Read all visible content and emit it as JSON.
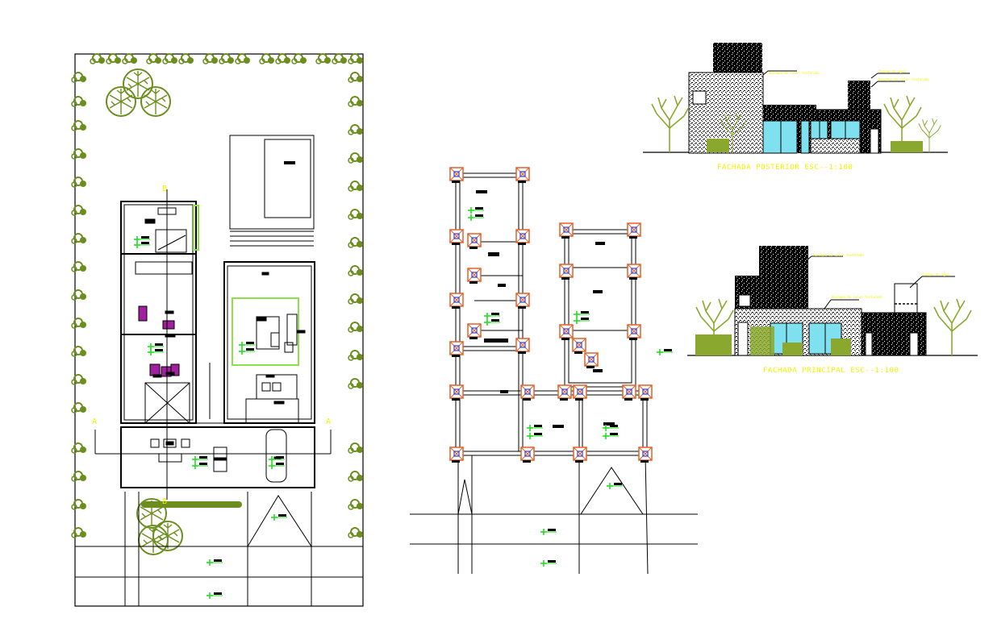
{
  "sheet": {
    "background": "#ffffff",
    "colors": {
      "line": "#000000",
      "vegetation": "#6b8e1e",
      "annotation_yellow": "#f2f200",
      "level_marker": "#22dd22",
      "column": "#e0602a",
      "column_core": "#3344cc",
      "glass": "#7fe0ef",
      "wall_light": "#8de048"
    }
  },
  "site_plan": {
    "section_marker_a_left": "A",
    "section_marker_a_right": "A",
    "section_marker_b_top": "B",
    "section_marker_b_bottom": "B",
    "level_markers": [
      "+0.15",
      "+0.10",
      "+0.10",
      "+0.05",
      "+0.05",
      "+0.00",
      "+0.00",
      "-0.05",
      "-0.10",
      "-0.25"
    ]
  },
  "structural_plan": {
    "level_markers": [
      "+0.15",
      "+0.10",
      "+0.15",
      "+0.10",
      "+0.05",
      "+0.00",
      "+0.05",
      "+0.00",
      "-0.05",
      "-0.10",
      "-0.25"
    ]
  },
  "elevations": {
    "rear": {
      "title": "FACHADA POSTERIOR ESC--1:100",
      "notes": [
        "Revoque de color texturado",
        "Tanque de agua",
        "Revoque de color texturado"
      ]
    },
    "front": {
      "title": "FACHADA PRINCIPAL  ESC--1:100",
      "notes": [
        "Revoque de color texturado",
        "Tanque de agua",
        "Revoque de color texturado"
      ]
    }
  }
}
